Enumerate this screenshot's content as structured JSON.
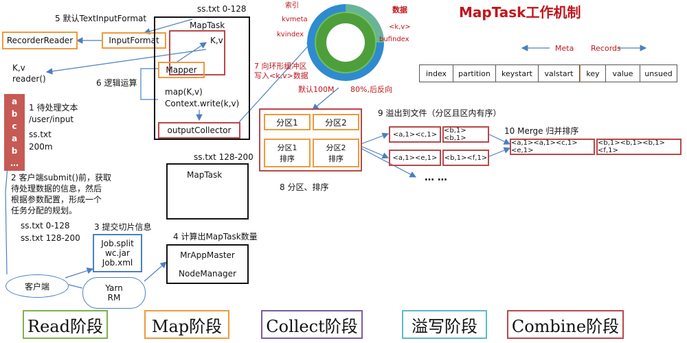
{
  "title": "MapTask工作机制",
  "steps": {
    "s1": [
      "1 待处理文本",
      "/user/input",
      "ss.txt",
      "200m"
    ],
    "s2": [
      "2 客户端submit()前，获取",
      "待处理数据的信息，然后",
      "根据参数配置，形成一个",
      "任务分配的规划。"
    ],
    "s2_splits": [
      "ss.txt  0-128",
      "ss.txt  128-200"
    ],
    "s3": "3 提交切片信息",
    "s4": "4 计算出MapTask数量",
    "s5": "5 默认TextInputFormat",
    "s6": "6 逻辑运算",
    "s7": [
      "7 向环形缓冲区",
      "写入<k,v>数据"
    ],
    "s8": "8 分区、排序",
    "s9": "9 溢出到文件（分区且区内有序）",
    "s10": "10 Merge 归并排序"
  },
  "file_letters": [
    "a",
    "b",
    "c",
    "a",
    "b",
    "…"
  ],
  "reader": {
    "recorder_reader": "RecorderReader",
    "input_format": "InputFormat",
    "kv": "K,v",
    "reader_call": "reader()"
  },
  "maptask1": {
    "range": "ss.txt 0-128",
    "title": "MapTask",
    "kv": "K,v",
    "mapper": "Mapper",
    "code": [
      "map(K,v)",
      "Context.write(k,v)"
    ],
    "collector": "outputCollector"
  },
  "maptask2": {
    "range": "ss.txt 128-200",
    "title": "MapTask"
  },
  "job_files": [
    "Job.split",
    "wc.jar",
    "Job.xml"
  ],
  "client": "客户端",
  "yarn": [
    "Yarn",
    "RM"
  ],
  "yarn_nodes": [
    "MrAppMaster",
    "NodeManager"
  ],
  "ring": {
    "index": "索引",
    "kvmeta": "kvmeta",
    "kvindex": "kvindex",
    "data": "数据",
    "kv": "<k,v>",
    "bufindex": "bufindex",
    "default_size": "默认100M",
    "reverse": "80%,后反向"
  },
  "meta_table": {
    "meta_label": "Meta",
    "records_label": "Records",
    "columns": [
      "index",
      "partition",
      "keystart",
      "valstart",
      "key",
      "value",
      "unsued"
    ]
  },
  "partitions": {
    "p1": "分区1",
    "p2": "分区2",
    "p1_sorted": [
      "分区1",
      "排序"
    ],
    "p2_sorted": [
      "分区2",
      "排序"
    ]
  },
  "spill_files": [
    [
      "<a,1><c,1>",
      "<b,1><b,1>"
    ],
    [
      "<a,1><e,1>",
      "<b,1><f,1>"
    ]
  ],
  "spill_more": "… …",
  "merged": [
    "<a,1><a,1><c,1><e,1>",
    "<b,1><b,1><b,1><f,1>"
  ],
  "stages": [
    "Read阶段",
    "Map阶段",
    "Collect阶段",
    "溢写阶段",
    "Combine阶段"
  ],
  "colors": {
    "read": "#7db24a",
    "map": "#ed9a3c",
    "collect": "#7a5aa6",
    "spill": "#5fb7c6",
    "combine": "#b8474a",
    "title": "#c0161b",
    "arrow": "#4a7fc1"
  }
}
